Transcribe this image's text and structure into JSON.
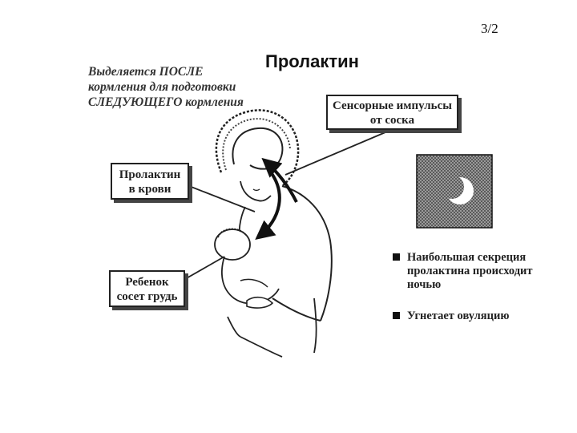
{
  "page_number": "3/2",
  "title": "Пролактин",
  "note": {
    "lines": [
      "Выделяется ПОСЛЕ",
      "кормления для подготовки",
      "СЛЕДУЮЩЕГО кормления"
    ]
  },
  "boxes": {
    "sensory": {
      "lines": [
        "Сенсорные импульсы",
        "от соска"
      ]
    },
    "blood": {
      "lines": [
        "Пролактин",
        "в крови"
      ]
    },
    "baby": {
      "lines": [
        "Ребенок",
        "сосет грудь"
      ]
    }
  },
  "bullets": [
    {
      "lines": [
        "Наибольшая секреция",
        "пролактина происходит",
        "ночью"
      ]
    },
    {
      "lines": [
        "Угнетает овуляцию"
      ]
    }
  ],
  "icons": {
    "night": "crescent-moon-icon"
  }
}
